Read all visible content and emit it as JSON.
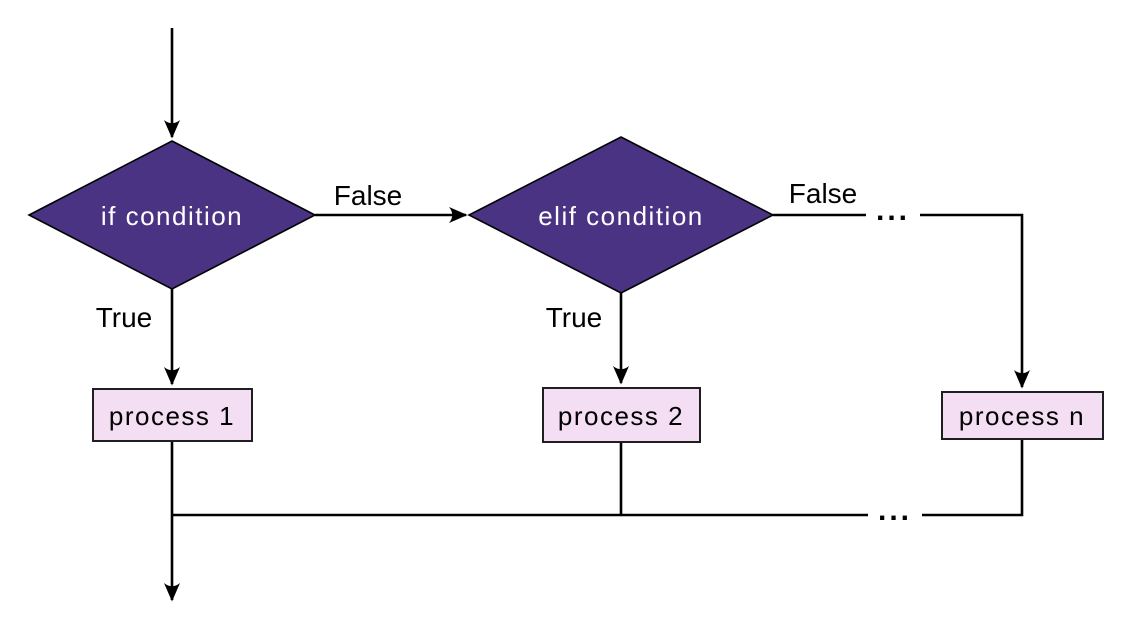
{
  "diagram": {
    "description": "if-elif-else flowchart",
    "colors": {
      "background": "#ffffff",
      "decision_fill": "#4a3382",
      "decision_text": "#ffffff",
      "process_fill": "#f3def3",
      "line": "#000000"
    },
    "nodes": {
      "decision1": {
        "label": "if condition"
      },
      "decision2": {
        "label": "elif condition"
      },
      "process1": {
        "label": "process 1"
      },
      "process2": {
        "label": "process 2"
      },
      "processN": {
        "label": "process n"
      }
    },
    "edges": {
      "false1": {
        "label": "False"
      },
      "false2": {
        "label": "False"
      },
      "true1": {
        "label": "True"
      },
      "true2": {
        "label": "True"
      },
      "ellipsis_top": {
        "label": "..."
      },
      "ellipsis_bottom": {
        "label": "..."
      }
    }
  }
}
